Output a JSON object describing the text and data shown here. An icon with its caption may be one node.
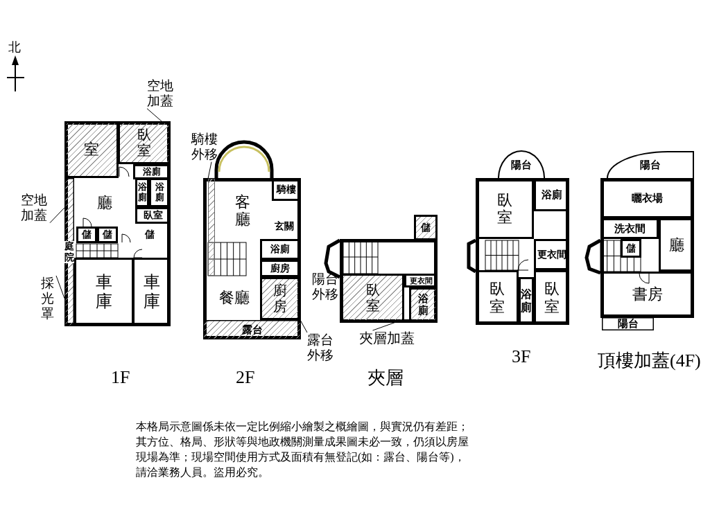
{
  "diagram": {
    "caption": "本格局示意圖係未依一定比例縮小繪製之概繪圖，與實況仍有差距；其方位、格局、形狀等與地政機關測量成果圖未必一致，仍須以房屋現場為準；現場空間使用方式及面積有無登記(如：露台、陽台等)，請洽業務人員。盜用必究。",
    "nodes": [
      {
        "text": [
          "1F"
        ]
      },
      {
        "text": [
          "室"
        ],
        "in": 0
      },
      {
        "text": [
          "臥室"
        ],
        "in": 0
      },
      {
        "text": [
          "浴廁"
        ],
        "in": 0
      },
      {
        "text": [
          "廳"
        ],
        "in": 0
      },
      {
        "text": [
          "浴廁"
        ],
        "in": 0
      },
      {
        "text": [
          "浴廁"
        ],
        "in": 0
      },
      {
        "text": [
          "臥室"
        ],
        "in": 0
      },
      {
        "text": [
          "儲"
        ],
        "in": 0
      },
      {
        "text": [
          "儲"
        ],
        "in": 0
      },
      {
        "text": [
          "儲"
        ],
        "in": 0
      },
      {
        "text": [
          "庭院"
        ],
        "in": 0
      },
      {
        "text": [
          "車庫"
        ],
        "in": 0
      },
      {
        "text": [
          "車庫"
        ],
        "in": 0
      },
      {
        "text": [
          "空地加蓋"
        ]
      },
      {
        "text": [
          "空地加蓋"
        ]
      },
      {
        "text": [
          "採光罩"
        ]
      },
      {
        "text": [
          "2F"
        ]
      },
      {
        "text": [
          "客廳"
        ],
        "in": 17
      },
      {
        "text": [
          "騎樓"
        ],
        "in": 17
      },
      {
        "text": [
          "玄關"
        ],
        "in": 17
      },
      {
        "text": [
          "浴廁"
        ],
        "in": 17
      },
      {
        "text": [
          "廚房"
        ],
        "in": 17
      },
      {
        "text": [
          "餐廳"
        ],
        "in": 17
      },
      {
        "text": [
          "廚房"
        ],
        "in": 17
      },
      {
        "text": [
          "露台"
        ],
        "in": 17
      },
      {
        "text": [],
        "shape": "box",
        "in": 17
      },
      {
        "text": [
          "騎樓外移"
        ]
      },
      {
        "text": [
          "露台外移"
        ]
      },
      {
        "text": [
          "夾層"
        ]
      },
      {
        "text": [
          "儲"
        ]
      },
      {
        "text": [
          "臥室"
        ],
        "in": 29
      },
      {
        "text": [
          "更衣間"
        ],
        "in": 29
      },
      {
        "text": [
          "浴廁"
        ],
        "in": 29
      },
      {
        "text": [
          "陽台外移"
        ]
      },
      {
        "text": [
          "夾層加蓋"
        ]
      },
      {
        "text": [
          "3F"
        ]
      },
      {
        "text": [
          "陽台"
        ]
      },
      {
        "text": [
          "臥室"
        ],
        "in": 36
      },
      {
        "text": [
          "浴廁"
        ],
        "in": 36
      },
      {
        "text": [
          "更衣間"
        ],
        "in": 36
      },
      {
        "text": [
          "臥室"
        ],
        "in": 36
      },
      {
        "text": [
          "浴廁"
        ],
        "in": 36
      },
      {
        "text": [
          "臥室"
        ],
        "in": 36
      },
      {
        "text": [
          "頂樓加蓋(4F)"
        ]
      },
      {
        "text": [
          "陽台"
        ]
      },
      {
        "text": [
          "曬衣場"
        ],
        "in": 44
      },
      {
        "text": [
          "洗衣間"
        ],
        "in": 44
      },
      {
        "text": [
          "廳"
        ],
        "in": 44
      },
      {
        "text": [
          "儲"
        ],
        "in": 44
      },
      {
        "text": [
          "書房"
        ],
        "in": 44
      },
      {
        "text": [
          "陽台"
        ]
      }
    ],
    "edges": [
      {
        "from": 14,
        "to": 2,
        "arrow": "none"
      },
      {
        "from": 15,
        "to": 11,
        "arrow": "none"
      },
      {
        "from": 16,
        "to": 11,
        "arrow": "none"
      },
      {
        "from": 27,
        "to": 26,
        "arrow": "none"
      },
      {
        "from": 28,
        "to": 24,
        "arrow": "none"
      },
      {
        "from": 34,
        "to": 31,
        "arrow": "none"
      },
      {
        "from": 35,
        "to": 31,
        "arrow": "none"
      }
    ],
    "labels": [
      "北"
    ]
  }
}
